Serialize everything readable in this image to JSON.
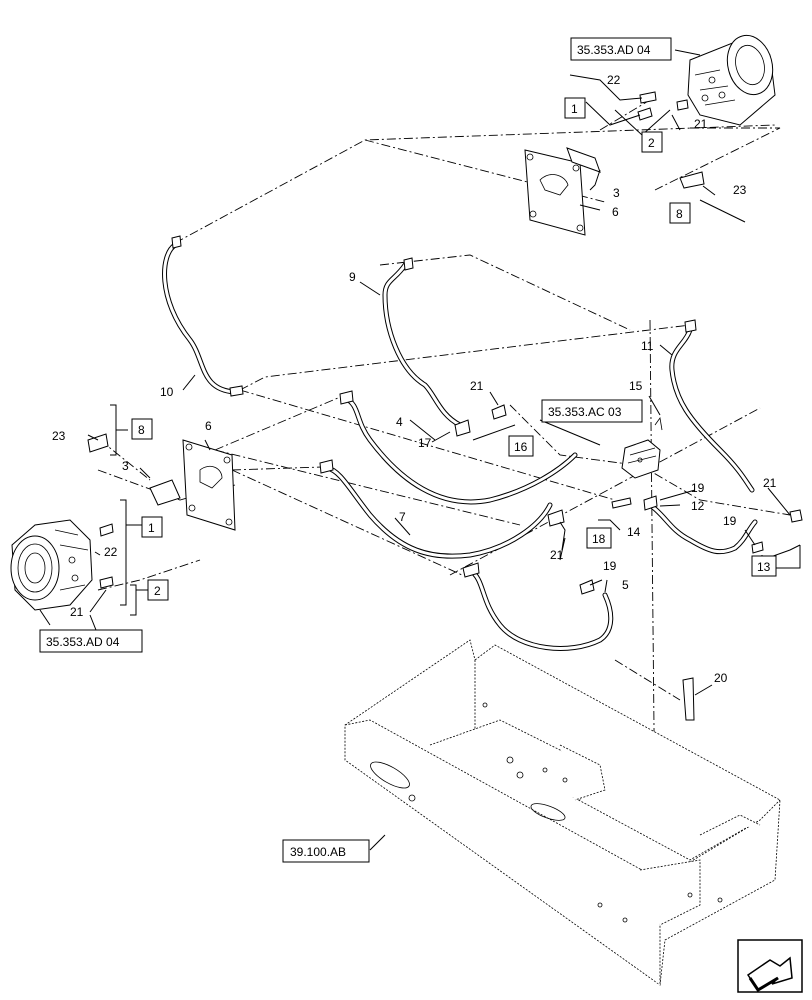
{
  "callouts": {
    "c1": "1",
    "c2": "2",
    "c3": "3",
    "c4": "4",
    "c5": "5",
    "c6": "6",
    "c7": "7",
    "c8": "8",
    "c9": "9",
    "c10": "10",
    "c11": "11",
    "c12": "12",
    "c13": "13",
    "c14": "14",
    "c15": "15",
    "c16": "16",
    "c17": "17",
    "c18": "18",
    "c19": "19",
    "c20": "20",
    "c21": "21",
    "c22": "22",
    "c23": "23"
  },
  "references": {
    "motor_right": "35.353.AD 04",
    "motor_left": "35.353.AD 04",
    "valve": "35.353.AC 03",
    "frame": "39.100.AB"
  },
  "colors": {
    "line": "#000000",
    "background": "#ffffff"
  },
  "icons": {
    "navigation": "next-page-arrow-icon"
  }
}
